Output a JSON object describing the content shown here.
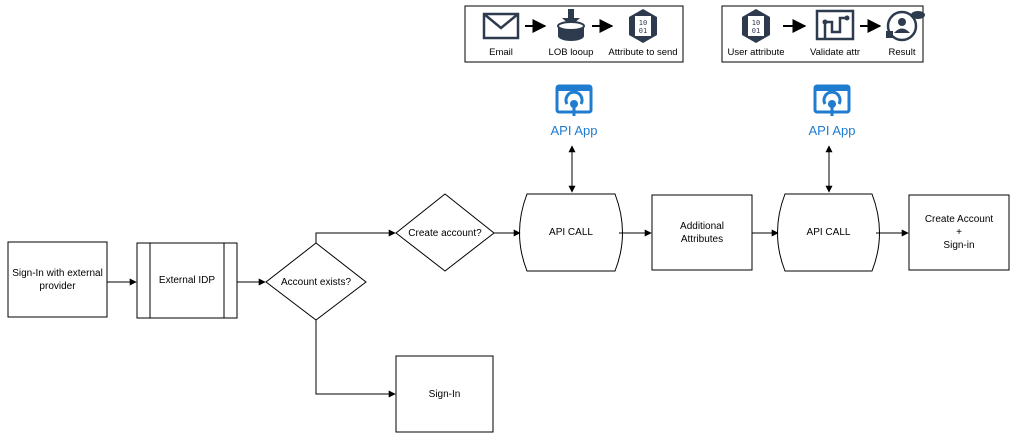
{
  "toolbar_left": {
    "items": [
      {
        "label": "Email",
        "icon": "envelope-icon"
      },
      {
        "label": "LOB looup",
        "icon": "download-database-icon"
      },
      {
        "label": "Attribute to send",
        "icon": "binary-hexagon-icon"
      }
    ]
  },
  "toolbar_right": {
    "items": [
      {
        "label": "User attribute",
        "icon": "binary-hexagon-icon"
      },
      {
        "label": "Validate attr",
        "icon": "workflow-icon"
      },
      {
        "label": "Result",
        "icon": "user-sync-icon"
      }
    ]
  },
  "api_app_left": {
    "label": "API App",
    "icon": "api-app-icon"
  },
  "api_app_right": {
    "label": "API App",
    "icon": "api-app-icon"
  },
  "flow": {
    "sign_in_external": "Sign-In with external\nprovider",
    "external_idp": "External IDP",
    "account_exists": "Account exists?",
    "create_account_q": "Create account?",
    "api_call_1": "API CALL",
    "additional_attributes": "Additional\nAttributes",
    "api_call_2": "API CALL",
    "create_account_signin": "Create Account\n+\nSign-in",
    "sign_in": "Sign-In"
  },
  "colors": {
    "line": "#000000",
    "api_blue": "#1f7cd1",
    "icon_dark": "#2e3b4e"
  }
}
